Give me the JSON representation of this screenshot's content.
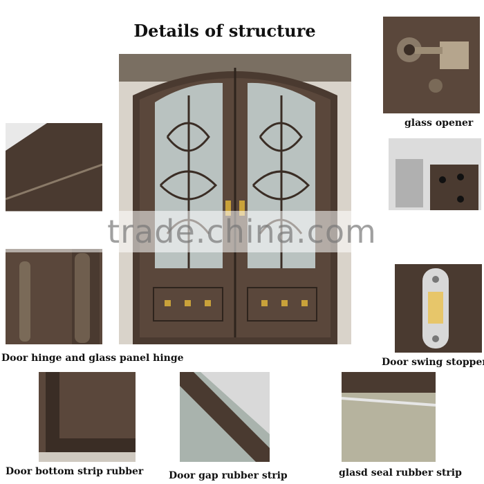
{
  "title": "Details of structure",
  "watermark": "trade.china.com",
  "captions": {
    "glass_opener": "glass opener",
    "hinge": "Door hinge and glass panel hinge",
    "swing_stopper": "Door swing stopper",
    "bottom_strip": "Door bottom strip rubber",
    "gap_strip": "Door gap rubber strip",
    "glass_seal": "glasd seal rubber strip"
  },
  "colors": {
    "bronze": "#4a3a30",
    "gold": "#c9a23a",
    "glass": "#b9c2c0"
  }
}
